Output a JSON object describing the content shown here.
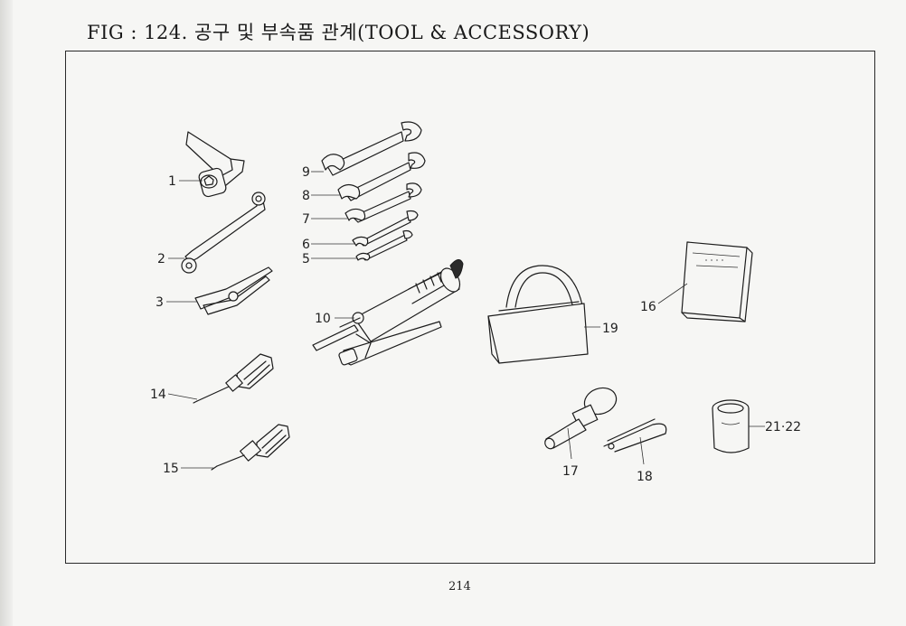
{
  "figure": {
    "title": "FIG : 124. 공구 및 부속품 관계(TOOL & ACCESSORY)",
    "page_number": "214"
  },
  "callouts": {
    "c1": "1",
    "c2": "2",
    "c3": "3",
    "c5": "5",
    "c6": "6",
    "c7": "7",
    "c8": "8",
    "c9": "9",
    "c10": "10",
    "c14": "14",
    "c15": "15",
    "c16": "16",
    "c17": "17",
    "c18": "18",
    "c19": "19",
    "c2122": "21·22"
  }
}
